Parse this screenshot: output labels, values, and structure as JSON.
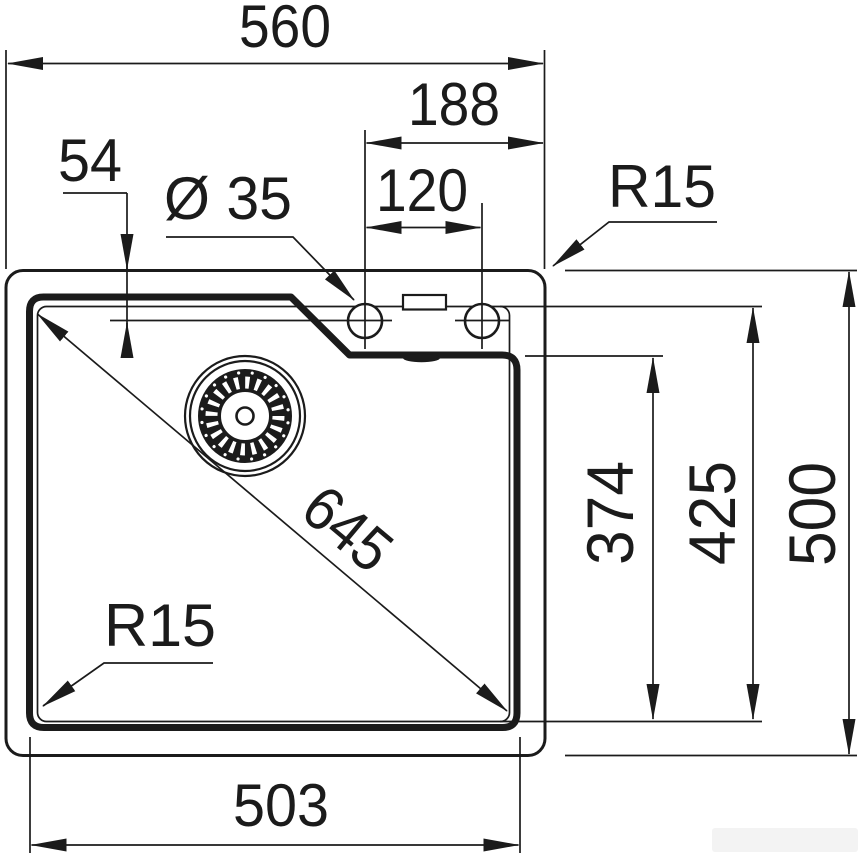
{
  "drawing": {
    "kind": "sink installation dimension drawing",
    "ink_color": "#1b1b1b",
    "paper_color": "#ffffff"
  },
  "labels": {
    "overall_width": "560",
    "tap_ledge_width": "188",
    "rim_to_tap_centre": "54",
    "tap_hole_diameter": "Ø 35",
    "tap_hole_spacing": "120",
    "rim_corner_radius": "R15",
    "bowl_diagonal": "645",
    "ledge_to_front": "374",
    "bowl_front_depth": "425",
    "overall_depth": "500",
    "bowl_corner_radius": "R15",
    "bowl_width": "503"
  }
}
